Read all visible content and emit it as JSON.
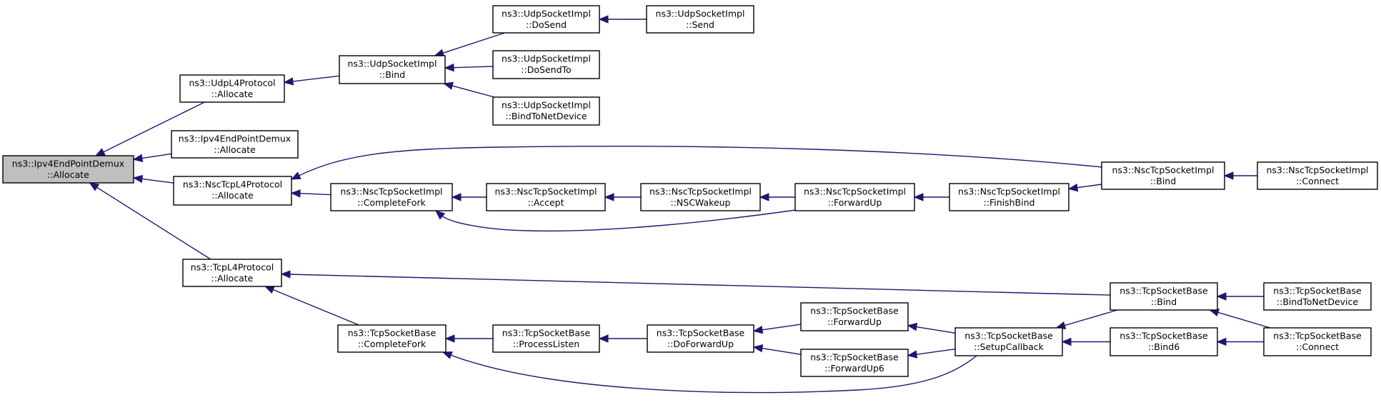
{
  "graph": {
    "nodes": [
      {
        "id": "ipv4demux_alloc",
        "line1": "ns3::Ipv4EndPointDemux",
        "line2": "::Allocate",
        "highlight": true
      },
      {
        "id": "udpl4_alloc",
        "line1": "ns3::UdpL4Protocol",
        "line2": "::Allocate"
      },
      {
        "id": "ipv4demux_alloc2",
        "line1": "ns3::Ipv4EndPointDemux",
        "line2": "::Allocate"
      },
      {
        "id": "nsctcpl4_alloc",
        "line1": "ns3::NscTcpL4Protocol",
        "line2": "::Allocate"
      },
      {
        "id": "tcpl4_alloc",
        "line1": "ns3::TcpL4Protocol",
        "line2": "::Allocate"
      },
      {
        "id": "udpsock_bind",
        "line1": "ns3::UdpSocketImpl",
        "line2": "::Bind"
      },
      {
        "id": "udpsock_dosend",
        "line1": "ns3::UdpSocketImpl",
        "line2": "::DoSend"
      },
      {
        "id": "udpsock_send",
        "line1": "ns3::UdpSocketImpl",
        "line2": "::Send"
      },
      {
        "id": "udpsock_dosendto",
        "line1": "ns3::UdpSocketImpl",
        "line2": "::DoSendTo"
      },
      {
        "id": "udpsock_bindtodev",
        "line1": "ns3::UdpSocketImpl",
        "line2": "::BindToNetDevice"
      },
      {
        "id": "nsc_completefork",
        "line1": "ns3::NscTcpSocketImpl",
        "line2": "::CompleteFork"
      },
      {
        "id": "nsc_accept",
        "line1": "ns3::NscTcpSocketImpl",
        "line2": "::Accept"
      },
      {
        "id": "nsc_nscwakeup",
        "line1": "ns3::NscTcpSocketImpl",
        "line2": "::NSCWakeup"
      },
      {
        "id": "nsc_forwardup",
        "line1": "ns3::NscTcpSocketImpl",
        "line2": "::ForwardUp"
      },
      {
        "id": "nsc_finishbind",
        "line1": "ns3::NscTcpSocketImpl",
        "line2": "::FinishBind"
      },
      {
        "id": "nsc_bind",
        "line1": "ns3::NscTcpSocketImpl",
        "line2": "::Bind"
      },
      {
        "id": "nsc_connect",
        "line1": "ns3::NscTcpSocketImpl",
        "line2": "::Connect"
      },
      {
        "id": "tcpb_completefork",
        "line1": "ns3::TcpSocketBase",
        "line2": "::CompleteFork"
      },
      {
        "id": "tcpb_processlisten",
        "line1": "ns3::TcpSocketBase",
        "line2": "::ProcessListen"
      },
      {
        "id": "tcpb_doforwardup",
        "line1": "ns3::TcpSocketBase",
        "line2": "::DoForwardUp"
      },
      {
        "id": "tcpb_forwardup",
        "line1": "ns3::TcpSocketBase",
        "line2": "::ForwardUp"
      },
      {
        "id": "tcpb_forwardup6",
        "line1": "ns3::TcpSocketBase",
        "line2": "::ForwardUp6"
      },
      {
        "id": "tcpb_setupcallback",
        "line1": "ns3::TcpSocketBase",
        "line2": "::SetupCallback"
      },
      {
        "id": "tcpb_bind",
        "line1": "ns3::TcpSocketBase",
        "line2": "::Bind"
      },
      {
        "id": "tcpb_bind6",
        "line1": "ns3::TcpSocketBase",
        "line2": "::Bind6"
      },
      {
        "id": "tcpb_bindtodev",
        "line1": "ns3::TcpSocketBase",
        "line2": "::BindToNetDevice"
      },
      {
        "id": "tcpb_connect",
        "line1": "ns3::TcpSocketBase",
        "line2": "::Connect"
      }
    ],
    "edges": [
      {
        "from": "udpl4_alloc",
        "to": "ipv4demux_alloc"
      },
      {
        "from": "ipv4demux_alloc2",
        "to": "ipv4demux_alloc"
      },
      {
        "from": "nsctcpl4_alloc",
        "to": "ipv4demux_alloc"
      },
      {
        "from": "tcpl4_alloc",
        "to": "ipv4demux_alloc"
      },
      {
        "from": "udpsock_bind",
        "to": "udpl4_alloc"
      },
      {
        "from": "udpsock_dosend",
        "to": "udpsock_bind"
      },
      {
        "from": "udpsock_dosendto",
        "to": "udpsock_bind"
      },
      {
        "from": "udpsock_bindtodev",
        "to": "udpsock_bind"
      },
      {
        "from": "udpsock_send",
        "to": "udpsock_dosend"
      },
      {
        "from": "nsc_completefork",
        "to": "nsctcpl4_alloc"
      },
      {
        "from": "nsc_bind",
        "to": "nsctcpl4_alloc"
      },
      {
        "from": "nsc_accept",
        "to": "nsc_completefork"
      },
      {
        "from": "nsc_forwardup",
        "to": "nsc_completefork"
      },
      {
        "from": "nsc_nscwakeup",
        "to": "nsc_accept"
      },
      {
        "from": "nsc_forwardup",
        "to": "nsc_nscwakeup"
      },
      {
        "from": "nsc_finishbind",
        "to": "nsc_forwardup"
      },
      {
        "from": "nsc_bind",
        "to": "nsc_finishbind"
      },
      {
        "from": "nsc_connect",
        "to": "nsc_bind"
      },
      {
        "from": "tcpb_completefork",
        "to": "tcpl4_alloc"
      },
      {
        "from": "tcpb_bind",
        "to": "tcpl4_alloc"
      },
      {
        "from": "tcpb_processlisten",
        "to": "tcpb_completefork"
      },
      {
        "from": "tcpb_setupcallback",
        "to": "tcpb_completefork"
      },
      {
        "from": "tcpb_doforwardup",
        "to": "tcpb_processlisten"
      },
      {
        "from": "tcpb_forwardup",
        "to": "tcpb_doforwardup"
      },
      {
        "from": "tcpb_forwardup6",
        "to": "tcpb_doforwardup"
      },
      {
        "from": "tcpb_setupcallback",
        "to": "tcpb_forwardup"
      },
      {
        "from": "tcpb_setupcallback",
        "to": "tcpb_forwardup6"
      },
      {
        "from": "tcpb_bind",
        "to": "tcpb_setupcallback"
      },
      {
        "from": "tcpb_bind6",
        "to": "tcpb_setupcallback"
      },
      {
        "from": "tcpb_bindtodev",
        "to": "tcpb_bind"
      },
      {
        "from": "tcpb_connect",
        "to": "tcpb_bind"
      },
      {
        "from": "tcpb_connect",
        "to": "tcpb_bind6"
      }
    ],
    "colors": {
      "edge": "#191970",
      "highlight_fill": "#bfbfbf",
      "node_fill": "#ffffff",
      "node_stroke": "#000000"
    }
  }
}
